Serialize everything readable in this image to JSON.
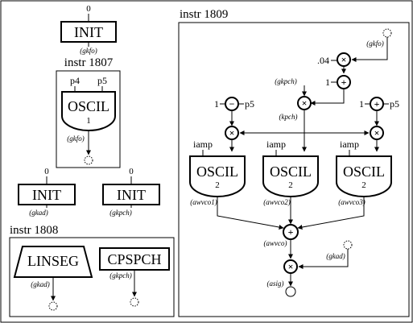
{
  "top_init": {
    "arg": "0",
    "title": "INIT",
    "output": "(gkfo)"
  },
  "instr1807": {
    "title": "instr 1807",
    "oscil": {
      "label": "OSCIL",
      "table": "1",
      "input_left": "p4",
      "input_right": "p5",
      "output": "(gkfo)"
    }
  },
  "init_gkad": {
    "arg": "0",
    "title": "INIT",
    "output": "(gkad)"
  },
  "init_gkpch": {
    "arg": "0",
    "title": "INIT",
    "output": "(gkpch)"
  },
  "instr1808": {
    "title": "instr 1808",
    "linseg": {
      "label": "LINSEG",
      "output": "(gkad)"
    },
    "cpspch": {
      "label": "CPSPCH",
      "output": "(gkpch)"
    }
  },
  "instr1809": {
    "title": "instr 1809",
    "const_04": ".04",
    "gkfo_in": "(gkfo)",
    "gkpch_in": "(gkpch)",
    "one_plus": "1",
    "kpch": "(kpch)",
    "one_minus_left": "1",
    "p5_left": "p5",
    "one_plus_right": "1",
    "p5_right": "p5",
    "iamp_1": "iamp",
    "iamp_2": "iamp",
    "iamp_3": "iamp",
    "oscils": [
      {
        "label": "OSCIL",
        "table": "2",
        "output": "(awvco1)"
      },
      {
        "label": "OSCIL",
        "table": "2",
        "output": "(awvco2)"
      },
      {
        "label": "OSCIL",
        "table": "2",
        "output": "(awvco3)"
      }
    ],
    "awvco_sum": "(awvco)",
    "gkad_in": "(gkad)",
    "asig": "(asig)"
  }
}
